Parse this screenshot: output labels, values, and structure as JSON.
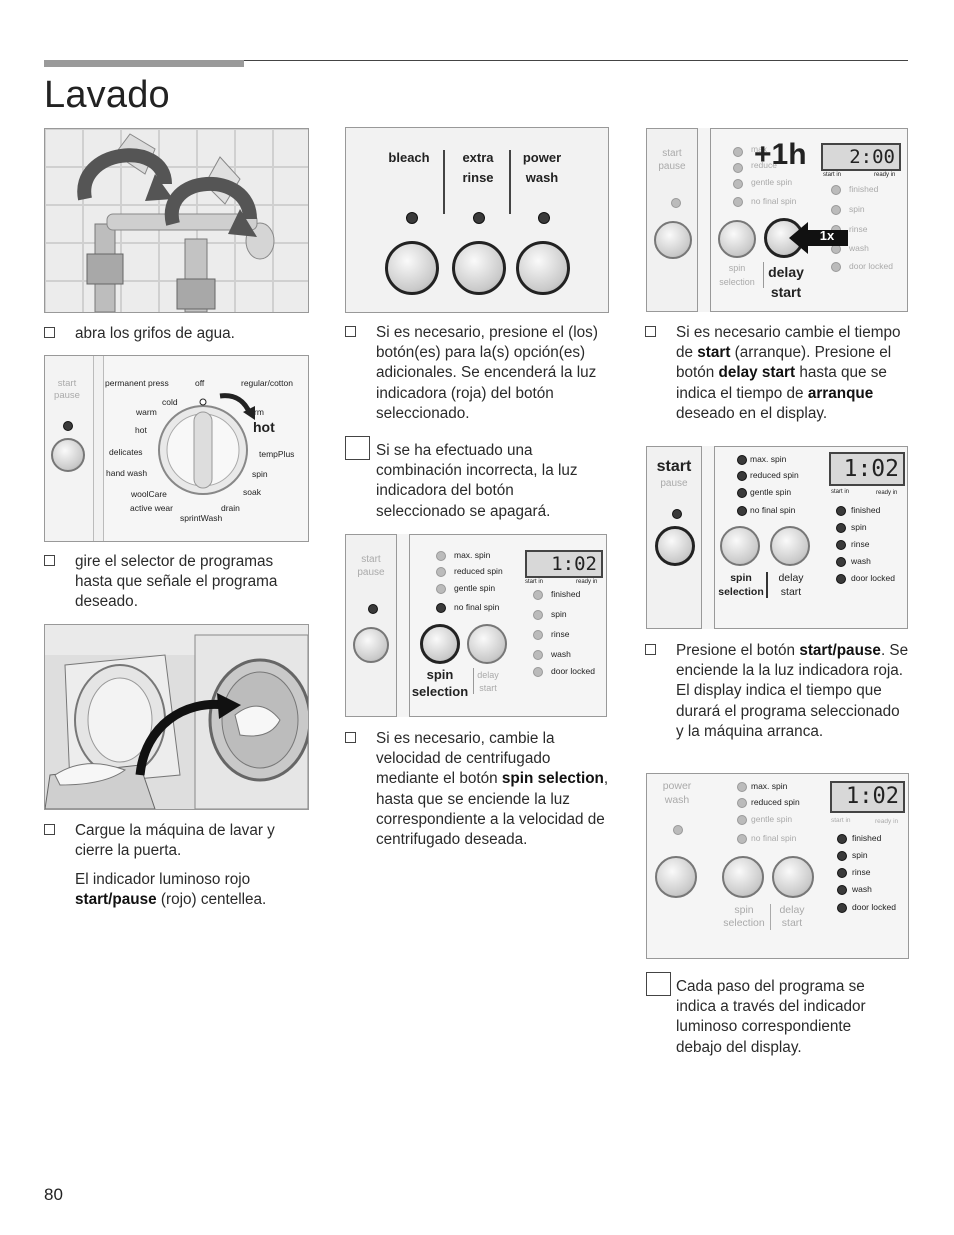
{
  "page": {
    "title": "Lavado",
    "page_number": "80"
  },
  "col1": {
    "step1": "abra los grifos de agua.",
    "step2": "gire el selector de programas hasta que señale el programa deseado.",
    "step3": "Cargue la máquina de lavar y cierre la puerta.",
    "step3_note_prefix": "El indicador luminoso rojo",
    "step3_note_bold": "start/pause",
    "step3_note_suffix": "(rojo) centellea."
  },
  "col2": {
    "step1": "Si es necesario, presione el (los) botón(es) para la(s) opción(es) adicionales. Se encenderá la luz indicadora (roja) del botón seleccionado.",
    "note1": "Si se ha efectuado una combinación incorrecta, la luz indicadora del botón seleccionado se apagará.",
    "step2_a": "Si es necesario, cambie la velocidad de centrifugado mediante el botón",
    "step2_bold": "spin selection",
    "step2_b": ", hasta que se enciende la luz correspondiente a la velocidad de centrifugado deseada."
  },
  "col3": {
    "step1_a": "Si es necesario cambie el tiempo de",
    "step1_b1": "start",
    "step1_c": "(arranque). Presione el botón",
    "step1_b2": "delay start",
    "step1_d": "hasta que se indica el tiempo de",
    "step1_b3": "arranque",
    "step1_e": "deseado en el display.",
    "step2_a": "Presione el botón",
    "step2_bold": "start/pause",
    "step2_b": ". Se enciende la la luz indicadora roja. El display indica el tiempo que durará el programa seleccionado y la máquina arranca.",
    "note": "Cada paso del programa se indica a través del indicador luminoso correspondiente debajo del display."
  },
  "dial": {
    "start": "start",
    "pause": "pause",
    "permanent_press": "permanent press",
    "off": "off",
    "regular_cotton": "regular/cotton",
    "cold": "cold",
    "warm": "warm",
    "hot_small": "hot",
    "hot_big": "hot",
    "rm": "rm",
    "delicates": "delicates",
    "tempplus": "tempPlus",
    "hand_wash": "hand wash",
    "spin": "spin",
    "woolcare": "woolCare",
    "soak": "soak",
    "active_wear": "active wear",
    "drain": "drain",
    "sprintwash": "sprintWash"
  },
  "options": {
    "bleach": "bleach",
    "extra": "extra",
    "rinse": "rinse",
    "power": "power",
    "wash": "wash"
  },
  "panel": {
    "start": "start",
    "pause": "pause",
    "power": "power",
    "wash": "wash",
    "max_spin": "max. spin",
    "reduced_spin": "reduced spin",
    "gentle_spin": "gentle spin",
    "no_final_spin": "no final spin",
    "start_in": "start in",
    "ready_in": "ready in",
    "finished": "finished",
    "spin": "spin",
    "rinse": "rinse",
    "wash_led": "wash",
    "door_locked": "door locked",
    "spin_lbl": "spin",
    "selection": "selection",
    "delay": "delay",
    "start_lbl": "start",
    "time": "1:02",
    "delay_time": "2:00",
    "plus1h": "+1h",
    "x1": "1x",
    "max_short": "max",
    "reduced_short": "reduce"
  }
}
